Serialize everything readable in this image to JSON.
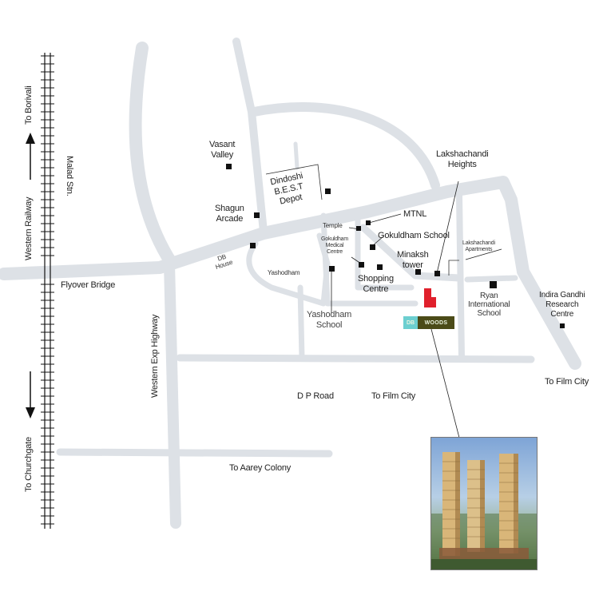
{
  "map": {
    "colors": {
      "road": "#dde1e6",
      "background": "#ffffff",
      "landmark_marker": "#111111",
      "project_marker": "#e0202c",
      "logo_left": "#6ccfd0",
      "logo_right": "#4b4b18"
    },
    "railway": {
      "name": "Western Railway",
      "station": "Malad Stn.",
      "north_direction": "To Borivali",
      "south_direction": "To Churchgate"
    },
    "roads": {
      "flyover": "Flyover Bridge",
      "highway": "Western Exp Highway",
      "dp_road": "D P Road",
      "film_city_1": "To Film City",
      "film_city_2": "To Film City",
      "aarey": "To Aarey Colony"
    },
    "landmarks": [
      {
        "id": "vasant-valley",
        "label": "Vasant Valley"
      },
      {
        "id": "shagun-arcade",
        "label": "Shagun Arcade"
      },
      {
        "id": "dindoshi-best-depot",
        "label": "Dindoshi B.E.S.T Depot"
      },
      {
        "id": "db-house",
        "label": "DB House"
      },
      {
        "id": "yashodham",
        "label": "Yashodham"
      },
      {
        "id": "yashodham-school",
        "label": "Yashodham School"
      },
      {
        "id": "temple",
        "label": "Temple"
      },
      {
        "id": "gokuldham-medical-centre",
        "label": "Gokuldham Medical Centre"
      },
      {
        "id": "mtnl",
        "label": "MTNL"
      },
      {
        "id": "gokuldham-school",
        "label": "Gokuldham School"
      },
      {
        "id": "minakshi-tower",
        "label": "Minaksh tower"
      },
      {
        "id": "shopping-centre",
        "label": "Shopping Centre"
      },
      {
        "id": "lakshachandi-heights",
        "label": "Lakshachandi Heights"
      },
      {
        "id": "lakshachandi-apartments",
        "label": "Lakshachandi Apartments"
      },
      {
        "id": "ryan-international-school",
        "label": "Ryan International School"
      },
      {
        "id": "indira-gandhi-research-centre",
        "label": "Indira Gandhi Research Centre"
      }
    ],
    "labels": {
      "vasant_l1": "Vasant",
      "vasant_l2": "Valley",
      "shagun_l1": "Shagun",
      "shagun_l2": "Arcade",
      "dindoshi_l1": "Dindoshi",
      "dindoshi_l2": "B.E.S.T",
      "dindoshi_l3": "Depot",
      "db_l1": "DB",
      "db_l2": "House",
      "yashodham": "Yashodham",
      "yashodham_school_l1": "Yashodham",
      "yashodham_school_l2": "School",
      "temple": "Temple",
      "medical_l1": "Gokuldham",
      "medical_l2": "Medical",
      "medical_l3": "Centre",
      "mtnl": "MTNL",
      "gokuldham_school": "Gokuldham School",
      "minakshi_l1": "Minaksh",
      "minakshi_l2": "tower",
      "shopping_l1": "Shopping",
      "shopping_l2": "Centre",
      "lak_heights_l1": "Lakshachandi",
      "lak_heights_l2": "Heights",
      "lak_apts_l1": "Lakshachandi",
      "lak_apts_l2": "Apartments",
      "ryan_l1": "Ryan",
      "ryan_l2": "International",
      "ryan_l3": "School",
      "igrc_l1": "Indira Gandhi",
      "igrc_l2": "Research",
      "igrc_l3": "Centre"
    },
    "project": {
      "logo_left": "DB",
      "logo_right": "WOODS"
    }
  }
}
